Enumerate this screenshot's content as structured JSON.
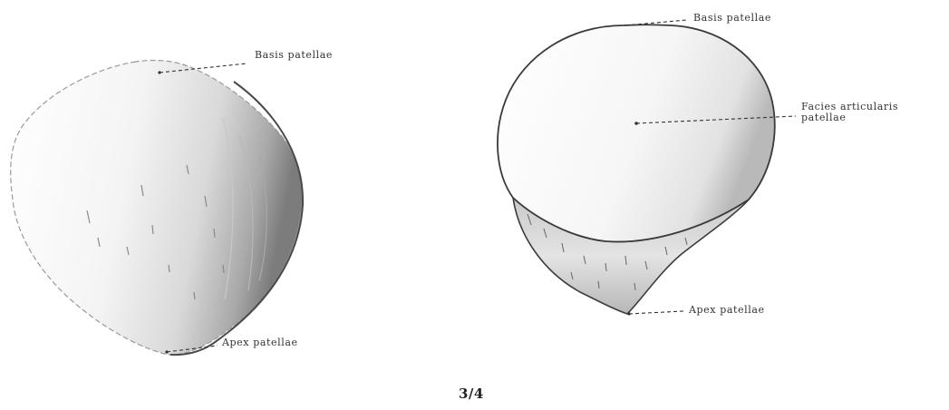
{
  "figure": {
    "left_view": {
      "labels": {
        "basis": "Basis patellae",
        "apex": "Apex patellae"
      }
    },
    "right_view": {
      "labels": {
        "basis": "Basis patellae",
        "facies": "Facies articularis patellae",
        "apex": "Apex patellae"
      }
    },
    "scale": "3/4"
  }
}
